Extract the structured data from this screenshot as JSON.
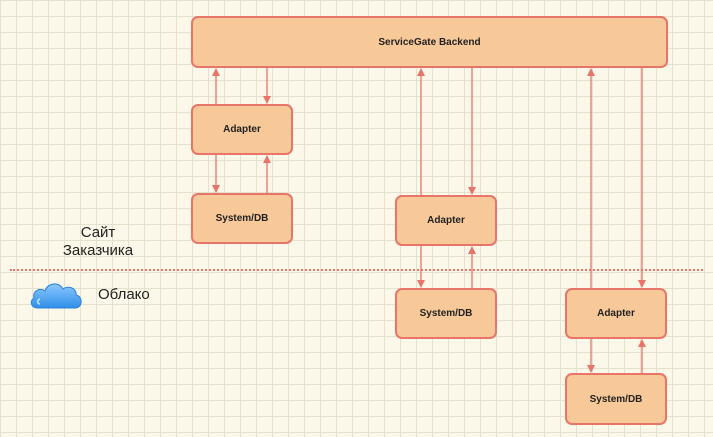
{
  "backend": {
    "label": "ServiceGate Backend"
  },
  "zones": {
    "customer_site": [
      "Сайт",
      "Заказчика"
    ],
    "cloud": "Облако"
  },
  "nodes": {
    "adapter_1": "Adapter",
    "system_1": "System/DB",
    "adapter_2": "Adapter",
    "system_2": "System/DB",
    "adapter_3": "Adapter",
    "system_3": "System/DB"
  },
  "colors": {
    "box_fill": "#f7c998",
    "box_border": "#e8756a",
    "arrow": "#e8756a",
    "cloud": "#4aa3f0"
  },
  "icons": {
    "cloud": "cloud-icon"
  }
}
